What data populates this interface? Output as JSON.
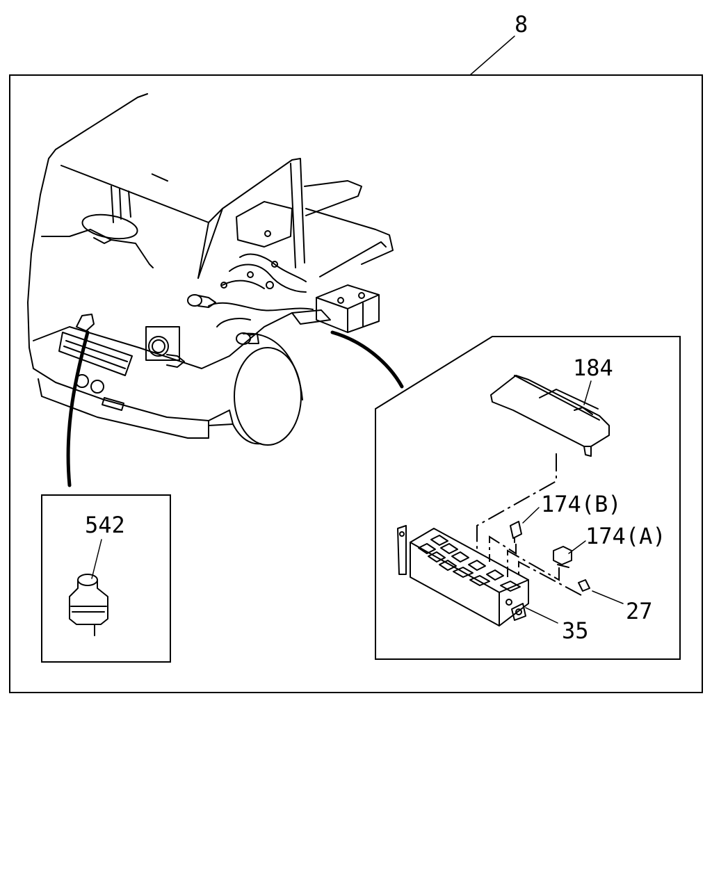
{
  "callouts": {
    "main": "8",
    "cover": "184",
    "relay_b": "174(B)",
    "relay_a": "174(A)",
    "fuse": "27",
    "fuse_box": "35",
    "reservoir": "542"
  }
}
